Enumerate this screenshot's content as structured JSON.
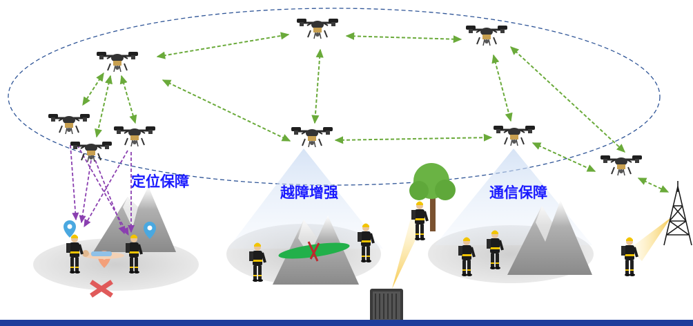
{
  "zones": [
    {
      "label": "定位保障"
    },
    {
      "label": "越障增强"
    },
    {
      "label": "通信保障"
    }
  ],
  "colors": {
    "label": "#1a1aff",
    "mesh_link": "#6aaa3a",
    "positioning_link": "#8a3fb0",
    "orbit": "#2f5597",
    "bottom_bar": "#1e3d9b",
    "beam_blue": "#c7d9f2",
    "beam_yellow": "#f5c542",
    "ground": "#d9d9d9"
  },
  "icons": [
    "drone-icon",
    "responder-icon",
    "mountain-icon",
    "tree-icon",
    "radio-tower-icon",
    "base-station-icon",
    "location-pin-icon",
    "casualty-icon",
    "obstacle-ellipse-icon"
  ]
}
